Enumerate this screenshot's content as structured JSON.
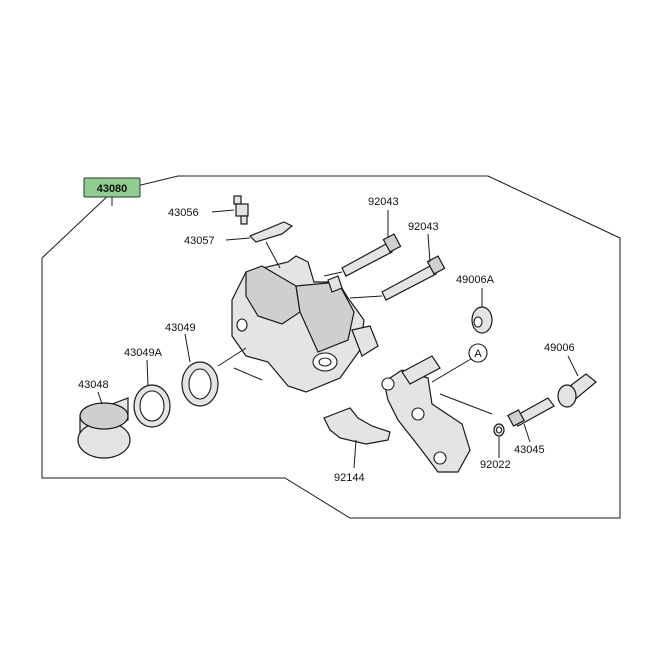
{
  "assembly_label": "43080",
  "assembly_label_color": "#8fce8f",
  "callout_marker": "A",
  "parts": {
    "p43056": "43056",
    "p43057": "43057",
    "p92043a": "92043",
    "p92043b": "92043",
    "p49006A": "49006A",
    "p43049": "43049",
    "p43049A": "43049A",
    "p43048": "43048",
    "p49006": "49006",
    "p43045": "43045",
    "p92022": "92022",
    "p92144": "92144"
  }
}
